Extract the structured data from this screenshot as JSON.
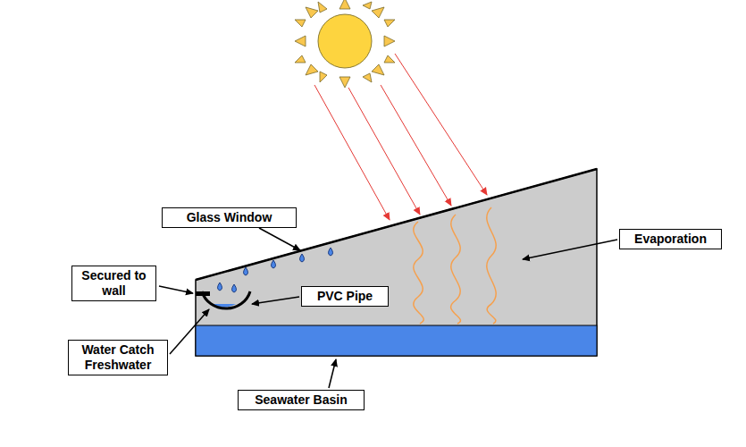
{
  "diagram": {
    "nodes": [
      {
        "text": [
          "Glass Window"
        ]
      },
      {
        "text": [
          "Evaporation"
        ]
      },
      {
        "text": [
          "Secured to wall"
        ]
      },
      {
        "text": [
          "PVC Pipe"
        ]
      },
      {
        "text": [
          "Water Catch Freshwater"
        ]
      },
      {
        "text": [
          "Seawater Basin"
        ]
      }
    ]
  }
}
